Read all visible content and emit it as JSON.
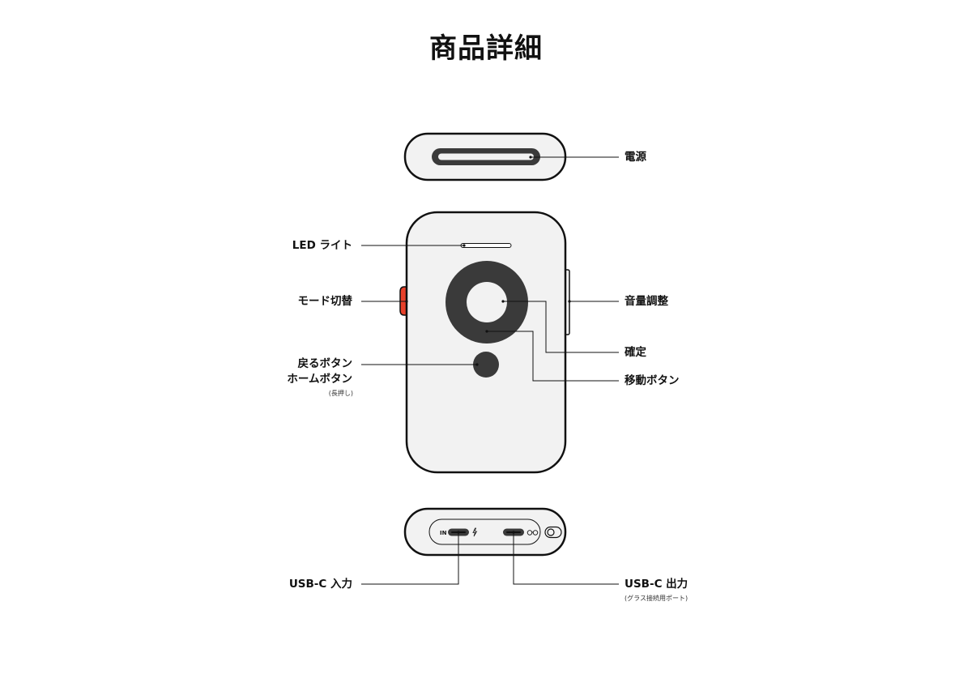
{
  "title": "商品詳細",
  "colors": {
    "outline": "#111111",
    "body_fill": "#f2f2f2",
    "dpad": "#3a3a3a",
    "mode_switch": "#e8412a",
    "background": "#ffffff"
  },
  "icons": {
    "in_port_symbol": "lightning-icon",
    "out_port_symbol": "glasses-icon"
  },
  "views": {
    "top": "top-view",
    "front": "front-view",
    "bottom": "bottom-view"
  },
  "labels": {
    "power": "電源",
    "led_light": "LED ライト",
    "mode_switch": "モード切替",
    "volume": "音量調整",
    "confirm": "確定",
    "back_button": "戻るボタン",
    "home_button": "ホームボタン",
    "long_press": "(長押し)",
    "move_button": "移動ボタン",
    "usb_in": "USB-C 入力",
    "usb_out": "USB-C 出力",
    "usb_out_note": "(グラス接続用ポート)",
    "port_in": "IN"
  }
}
